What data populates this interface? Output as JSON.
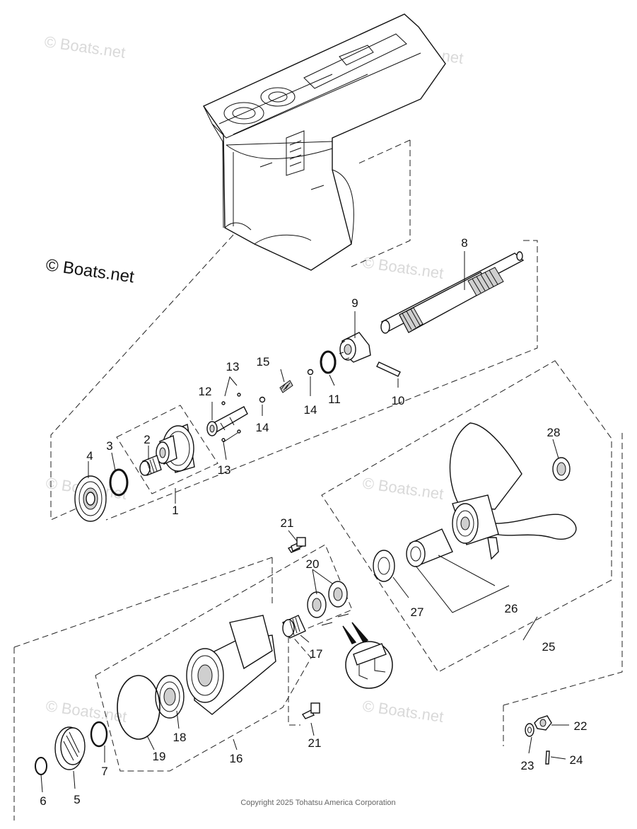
{
  "watermarks": {
    "text": "© Boats.net",
    "main": "© Boats.net"
  },
  "copyright": "Copyright 2025 Tohatsu America Corporation",
  "callouts": [
    "1",
    "2",
    "3",
    "4",
    "5",
    "6",
    "7",
    "8",
    "9",
    "10",
    "11",
    "12",
    "13",
    "13",
    "14",
    "14",
    "15",
    "16",
    "17",
    "18",
    "19",
    "20",
    "21",
    "21",
    "22",
    "23",
    "24",
    "25",
    "26",
    "27",
    "28"
  ]
}
